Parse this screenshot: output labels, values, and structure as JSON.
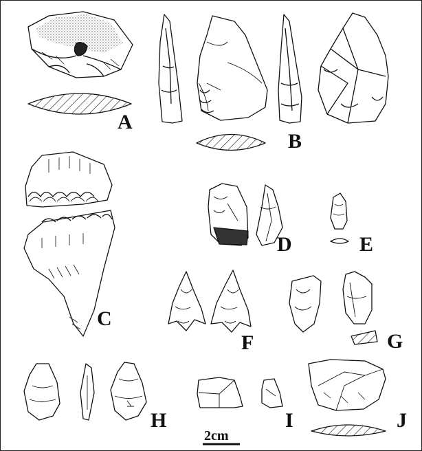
{
  "labels": {
    "A": "A",
    "B": "B",
    "C": "C",
    "D": "D",
    "E": "E",
    "F": "F",
    "G": "G",
    "H": "H",
    "I": "I",
    "J": "J"
  },
  "scale_bar": {
    "label": "2cm"
  },
  "colors": {
    "ink": "#111111",
    "paper": "#ffffff",
    "cortex": "#bbbbbb"
  }
}
